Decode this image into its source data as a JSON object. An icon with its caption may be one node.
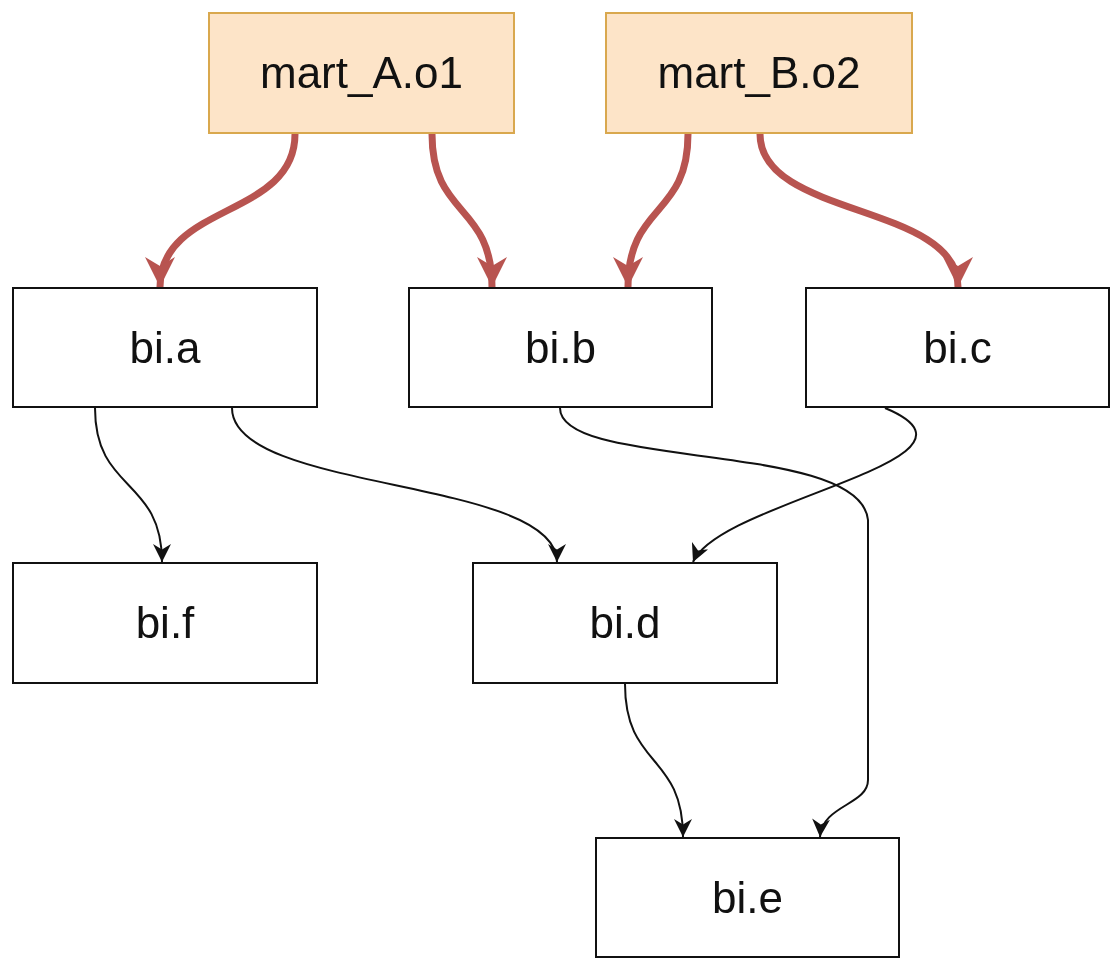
{
  "diagram": {
    "nodes": [
      {
        "text": [
          "mart_A.o1"
        ]
      },
      {
        "text": [
          "mart_B.o2"
        ]
      },
      {
        "text": [
          "bi.a"
        ]
      },
      {
        "text": [
          "bi.b"
        ]
      },
      {
        "text": [
          "bi.c"
        ]
      },
      {
        "text": [
          "bi.f"
        ]
      },
      {
        "text": [
          "bi.d"
        ]
      },
      {
        "text": [
          "bi.e"
        ]
      }
    ],
    "edges": [
      {
        "from": 0,
        "to": 2,
        "arrow": "to",
        "style": "thick",
        "color": "#b85450"
      },
      {
        "from": 0,
        "to": 3,
        "arrow": "to",
        "style": "thick",
        "color": "#b85450"
      },
      {
        "from": 1,
        "to": 3,
        "arrow": "to",
        "style": "thick",
        "color": "#b85450"
      },
      {
        "from": 1,
        "to": 4,
        "arrow": "to",
        "style": "thick",
        "color": "#b85450"
      },
      {
        "from": 2,
        "to": 5,
        "arrow": "to"
      },
      {
        "from": 2,
        "to": 6,
        "arrow": "to"
      },
      {
        "from": 4,
        "to": 6,
        "arrow": "to"
      },
      {
        "from": 3,
        "to": 7,
        "arrow": "to"
      },
      {
        "from": 6,
        "to": 7,
        "arrow": "to"
      }
    ]
  }
}
